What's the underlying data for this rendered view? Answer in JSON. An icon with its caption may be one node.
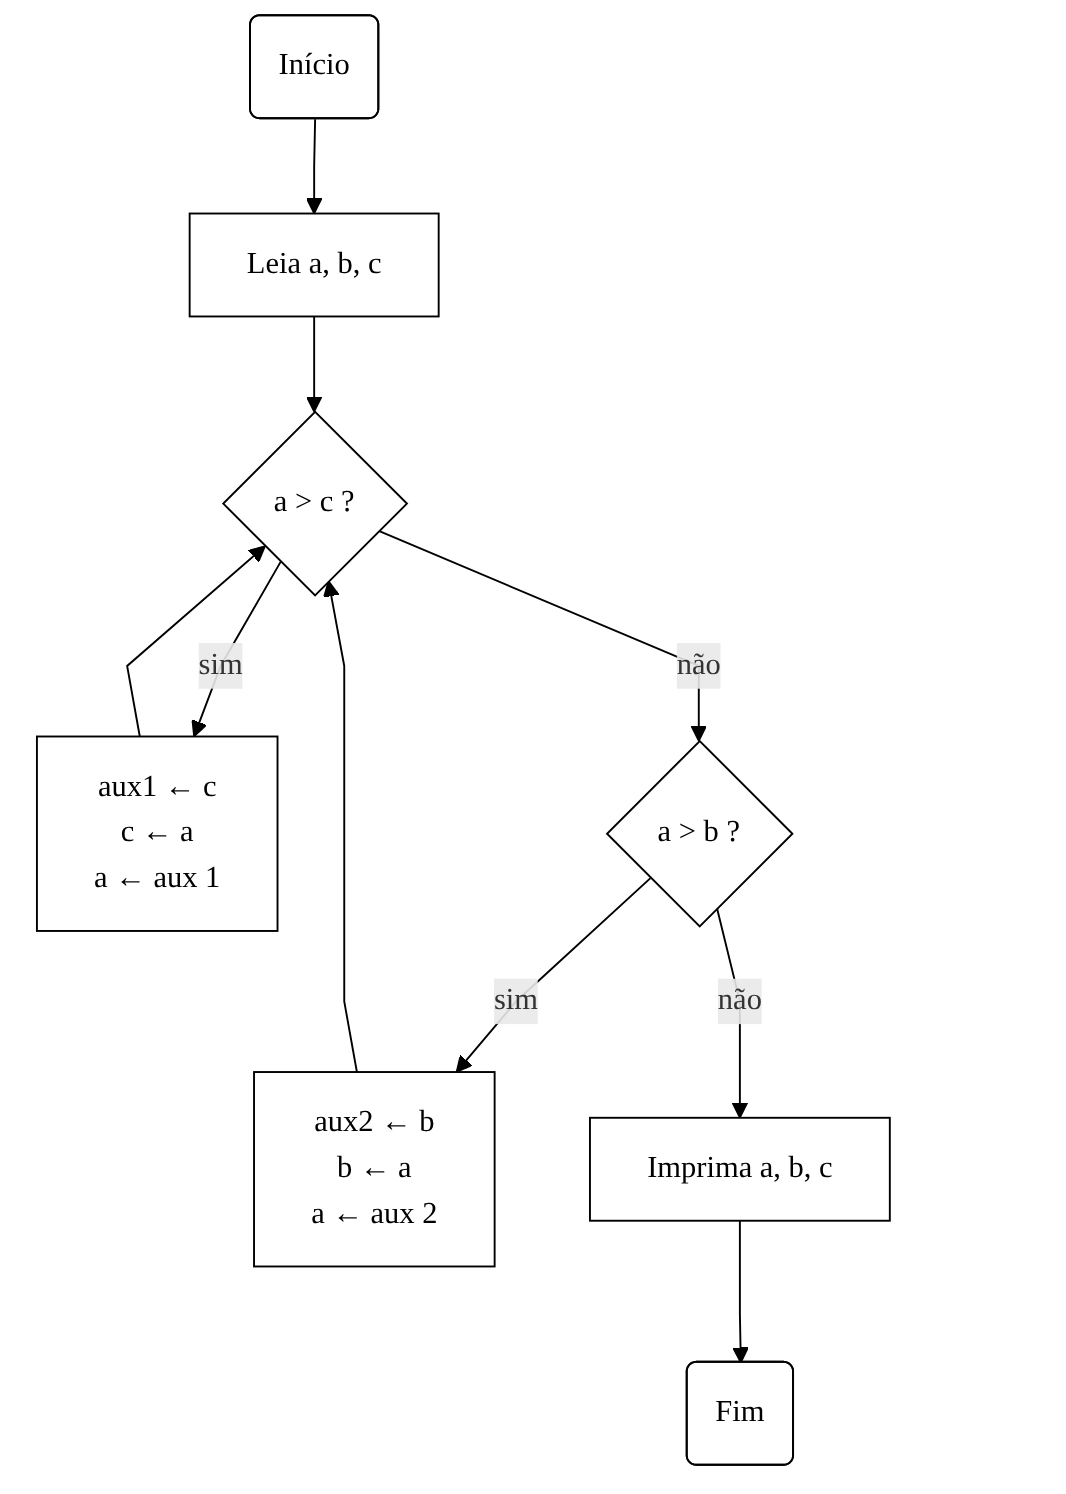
{
  "diagram": {
    "nodes": [
      {
        "text": [
          "Início"
        ]
      },
      {
        "text": [
          "Leia a, b, c"
        ]
      },
      {
        "text": [
          "a > c ?"
        ]
      },
      {
        "text": [
          "aux1 ← c",
          "c ← a",
          "a ← aux 1"
        ]
      },
      {
        "text": [
          "a > b ?"
        ]
      },
      {
        "text": [
          "aux2 ← b",
          "b ← a",
          "a ← aux 2"
        ]
      },
      {
        "text": [
          "Imprima a, b, c"
        ]
      },
      {
        "text": [
          "Fim"
        ]
      }
    ],
    "edges": [
      {
        "from": 0,
        "to": 1,
        "arrow": "to"
      },
      {
        "from": 1,
        "to": 2,
        "arrow": "to"
      },
      {
        "from": 2,
        "to": 3,
        "arrow": "to",
        "label": "sim"
      },
      {
        "from": 3,
        "to": 2,
        "arrow": "to"
      },
      {
        "from": 2,
        "to": 4,
        "arrow": "to",
        "label": "não"
      },
      {
        "from": 4,
        "to": 5,
        "arrow": "to",
        "label": "sim"
      },
      {
        "from": 5,
        "to": 2,
        "arrow": "to"
      },
      {
        "from": 4,
        "to": 6,
        "arrow": "to",
        "label": "não"
      },
      {
        "from": 6,
        "to": 7,
        "arrow": "to"
      }
    ]
  }
}
